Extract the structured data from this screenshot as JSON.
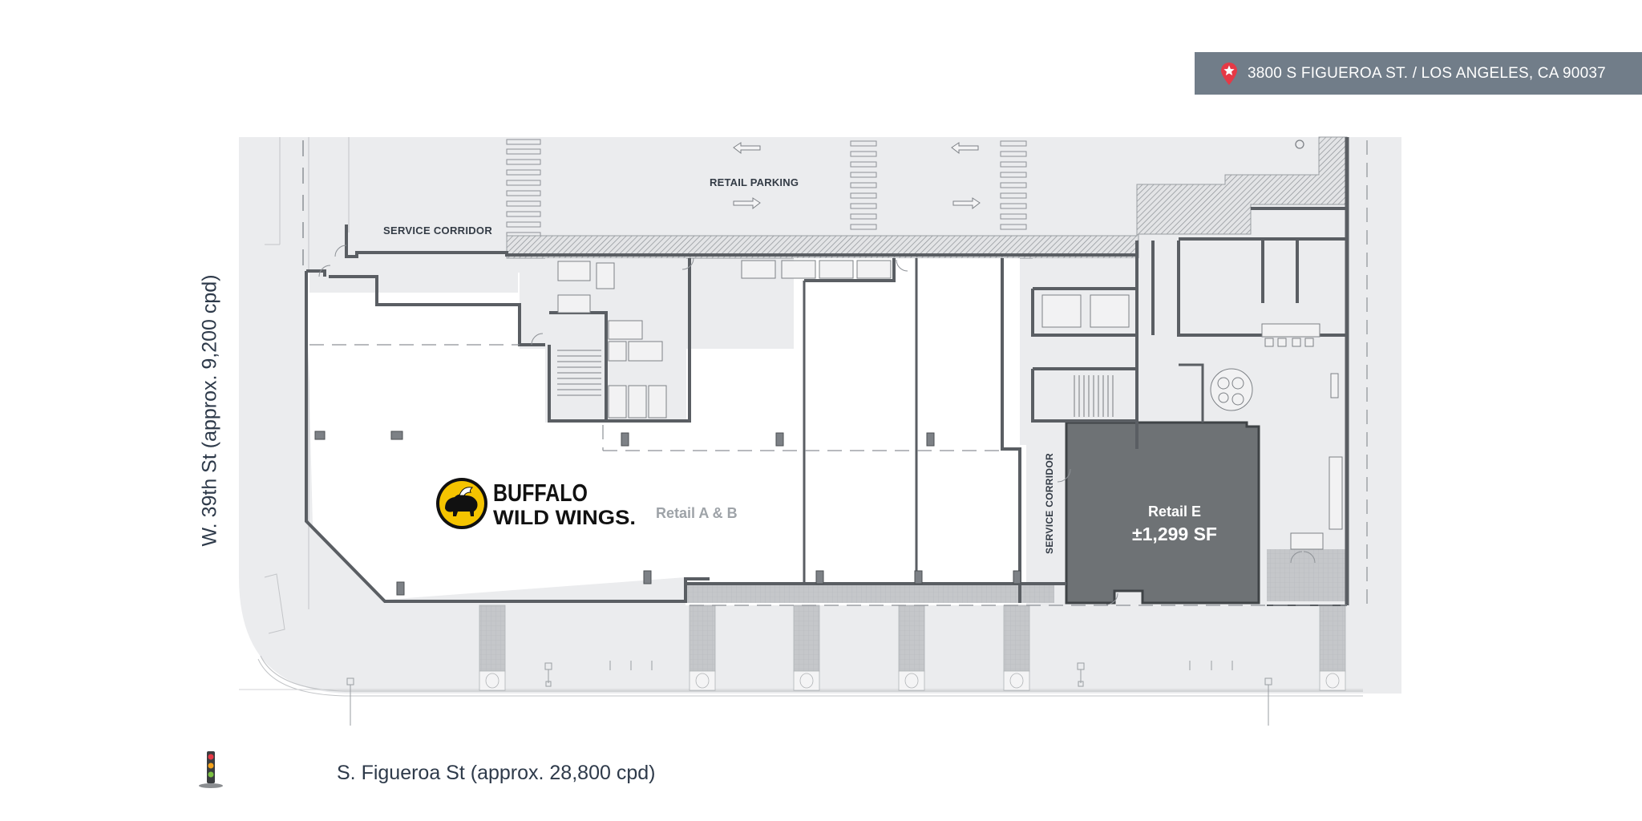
{
  "header": {
    "address": "3800 S FIGUEROA ST. / LOS ANGELES, CA 90037",
    "pin_icon": "location-pin-star-icon",
    "bar_color": "#717d89",
    "pin_color": "#e63946"
  },
  "streets": {
    "left": "W. 39th St (approx. 9,200 cpd)",
    "bottom": "S. Figueroa St (approx. 28,800 cpd)",
    "traffic_icon": "traffic-light-icon"
  },
  "plan_labels": {
    "service_corridor_top": "SERVICE CORRIDOR",
    "retail_parking": "RETAIL PARKING",
    "service_corridor_side": "SERVICE CORRIDOR"
  },
  "tenants": {
    "ab": {
      "logo_line1": "BUFFALO",
      "logo_line2": "WILD WINGS.",
      "label": "Retail A & B",
      "label_color": "#9ea3a8"
    },
    "e": {
      "name": "Retail E",
      "size": "±1,299 SF",
      "fill_color": "#6e7275"
    }
  },
  "colors": {
    "site_gray": "#ebecee",
    "wall": "#5a5e63",
    "text_dark": "#2e3a4a"
  }
}
